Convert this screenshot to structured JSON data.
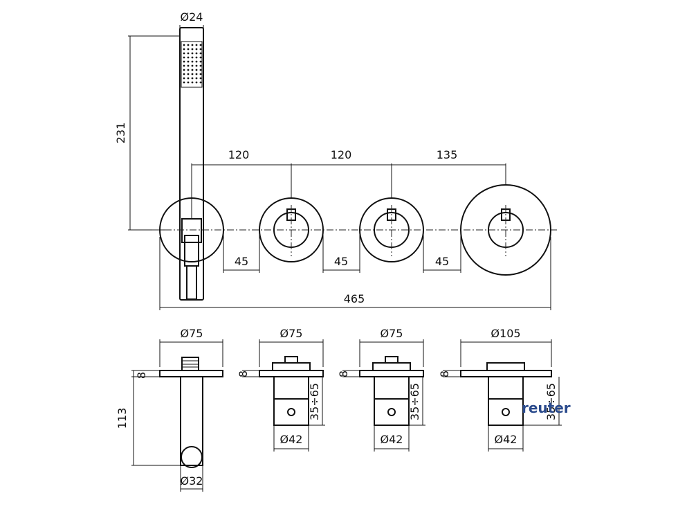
{
  "top_view": {
    "handshower_diameter": "Ø24",
    "handshower_height": "231",
    "spacing_1": "120",
    "spacing_2": "120",
    "spacing_3": "135",
    "gap_1": "45",
    "gap_2": "45",
    "gap_3": "45",
    "overall_width": "465"
  },
  "side_views": {
    "outlet": {
      "plate_diameter": "Ø75",
      "plate_thickness": "8",
      "height": "113",
      "pipe_diameter": "Ø32"
    },
    "valve_1": {
      "plate_diameter": "Ø75",
      "plate_thickness": "8",
      "depth": "35÷65",
      "body_diameter": "Ø42"
    },
    "valve_2": {
      "plate_diameter": "Ø75",
      "plate_thickness": "8",
      "depth": "35÷65",
      "body_diameter": "Ø42"
    },
    "valve_3": {
      "plate_diameter": "Ø105",
      "plate_thickness": "8",
      "depth": "35÷65",
      "body_diameter": "Ø42"
    }
  },
  "watermark": "reuter"
}
